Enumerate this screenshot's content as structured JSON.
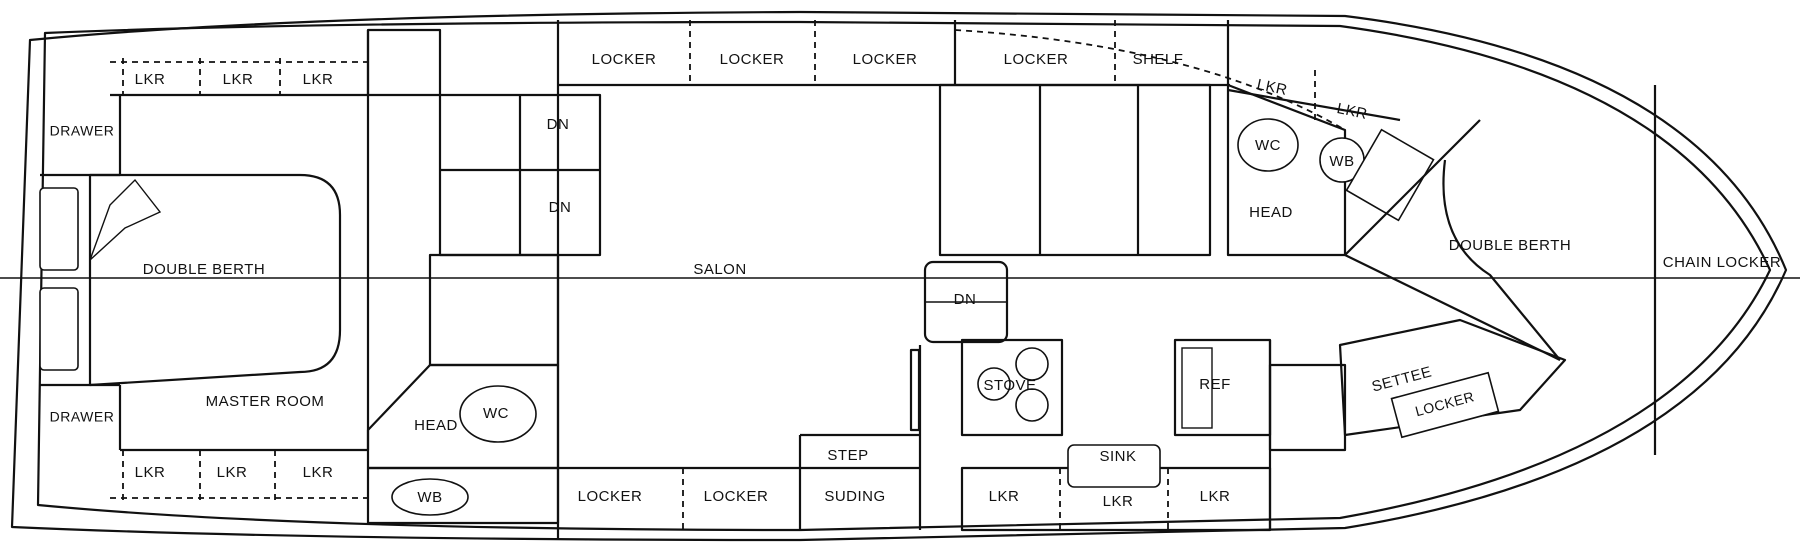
{
  "labels": {
    "lkr": "LKR",
    "locker": "LOCKER",
    "shelf": "SHELF",
    "drawer": "DRAWER",
    "double_berth": "DOUBLE BERTH",
    "master_room": "MASTER ROOM",
    "salon": "SALON",
    "dn": "DN",
    "head": "HEAD",
    "wc": "WC",
    "wb": "WB",
    "step": "STEP",
    "suding": "SUDING",
    "stove": "STOVE",
    "sink": "SINK",
    "ref": "REF",
    "settee": "SETTEE",
    "chain_locker": "CHAIN LOCKER"
  }
}
